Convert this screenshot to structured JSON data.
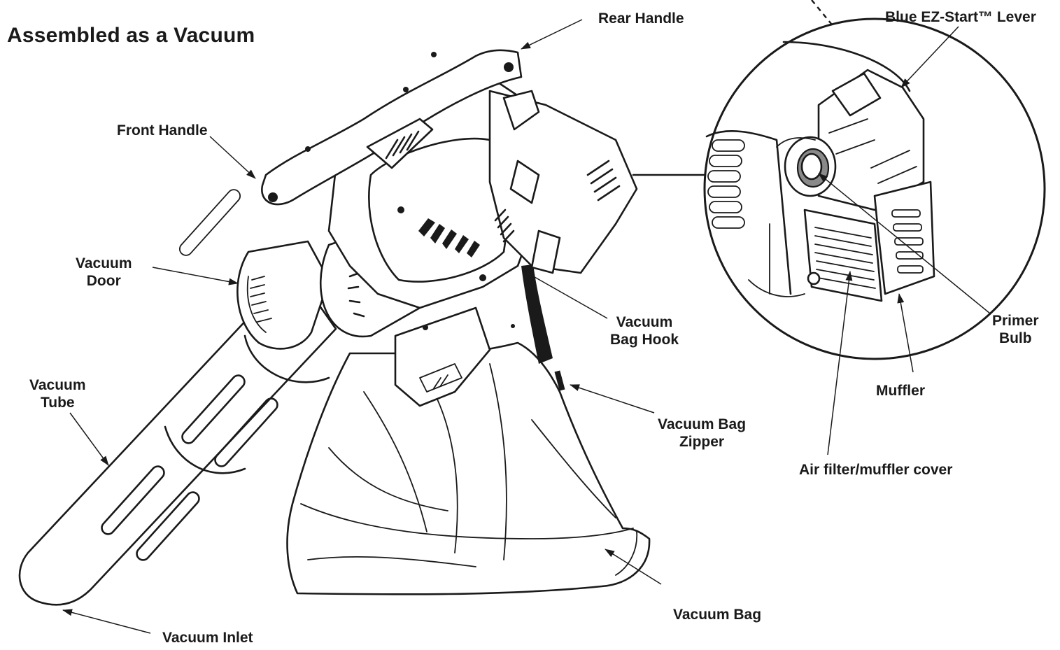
{
  "title": "Assembled as a Vacuum",
  "labels": {
    "rear_handle": "Rear Handle",
    "front_handle": "Front Handle",
    "vacuum_door": [
      "Vacuum",
      "Door"
    ],
    "vacuum_tube": [
      "Vacuum",
      "Tube"
    ],
    "vacuum_bag_hook": [
      "Vacuum",
      "Bag Hook"
    ],
    "vacuum_bag_zipper": [
      "Vacuum Bag",
      "Zipper"
    ],
    "vacuum_bag": "Vacuum Bag",
    "vacuum_inlet": "Vacuum Inlet",
    "blue_ez_start_lever": "Blue EZ-Start™ Lever",
    "primer_bulb": [
      "Primer",
      "Bulb"
    ],
    "muffler": "Muffler",
    "air_filter_muffler_cover": "Air filter/muffler cover"
  },
  "colors": {
    "ink": "#1a1a1a",
    "background": "#ffffff"
  }
}
